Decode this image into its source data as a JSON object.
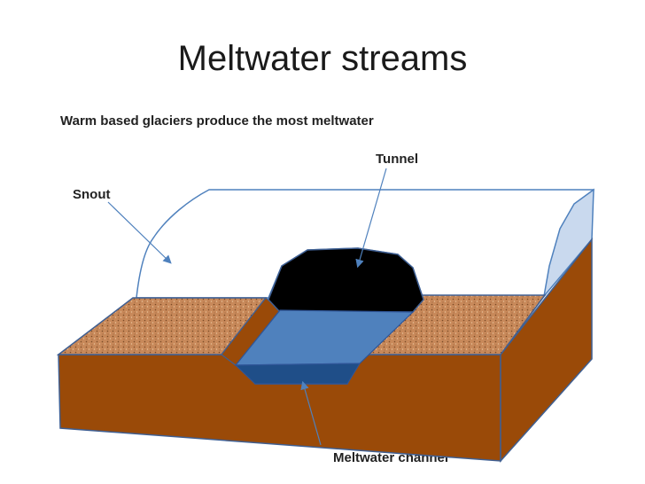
{
  "title": "Meltwater streams",
  "subtitle": "Warm based glaciers produce the most meltwater",
  "labels": {
    "tunnel": "Tunnel",
    "snout": "Snout",
    "channel": "Meltwater channel"
  },
  "colors": {
    "ice": "#ffffff",
    "ice_face": "#c9d9ee",
    "ice_outline": "#4f81bd",
    "gravel": "#c8895a",
    "soil": "#9a4a08",
    "soil_outline": "#3f5f92",
    "tunnel": "#000000",
    "water_surface": "#4f81bd",
    "water_front": "#1f4e88",
    "arrow": "#4f81bd"
  }
}
